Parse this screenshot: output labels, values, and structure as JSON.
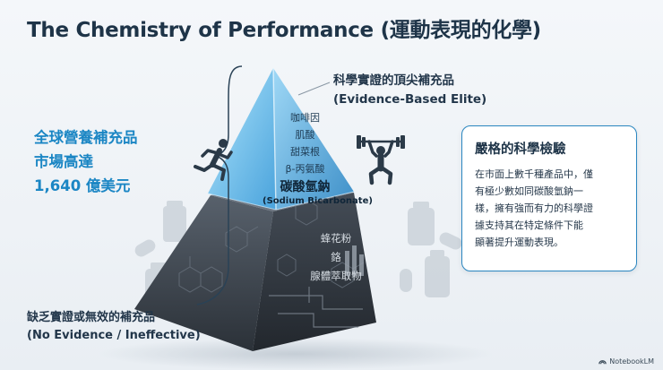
{
  "title": "The Chemistry of Performance (運動表現的化學)",
  "market": {
    "lines": [
      "全球營養補充品",
      "市場高達",
      "1,640 億美元"
    ]
  },
  "pyramid": {
    "top_label_zh": "科學實證的頂尖補充品",
    "top_label_en": "(Evidence-Based Elite)",
    "top_items": [
      "咖啡因",
      "肌酸",
      "甜菜根",
      "β-丙氨酸"
    ],
    "highlight_zh": "碳酸氫鈉",
    "highlight_en": "(Sodium Bicarbonate)",
    "bottom_items": [
      "蜂花粉",
      "鉻",
      "腺體萃取物"
    ],
    "bottom_label_zh": "缺乏實證或無效的補充品",
    "bottom_label_en": "(No Evidence / Ineffective)"
  },
  "card": {
    "title": "嚴格的科學檢驗",
    "lines": [
      "在市面上數千種產品中，僅",
      "有極少數如同碳酸氫鈉一",
      "樣，擁有強而有力的科學證",
      "據支持其在特定條件下能",
      "顯著提升運動表現。"
    ]
  },
  "brand": {
    "name": "NotebookLM"
  },
  "colors": {
    "accent": "#1b86c4",
    "pyramid_top": "#7fc8ef",
    "pyramid_base": "#3a424c",
    "title": "#1e3448"
  }
}
